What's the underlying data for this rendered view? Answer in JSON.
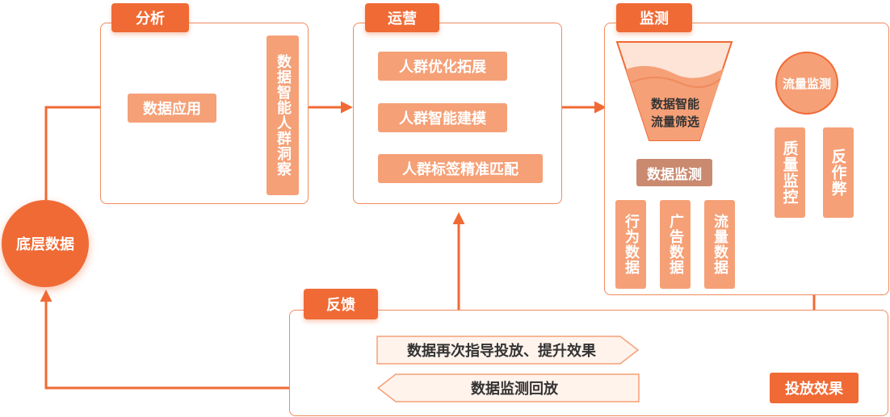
{
  "sections": {
    "analysis": "分析",
    "operation": "运营",
    "monitoring": "监测",
    "feedback": "反馈"
  },
  "base_data": "底层数据",
  "analysis": {
    "data_application": "数据应用",
    "insight": "数据智能人群洞察"
  },
  "operation": {
    "items": [
      "人群优化拓展",
      "人群智能建模",
      "人群标签精准匹配"
    ]
  },
  "monitoring": {
    "funnel_label_line1": "数据智能",
    "funnel_label_line2": "流量筛选",
    "data_monitoring": "数据监测",
    "data_types": [
      "行为数据",
      "广告数据",
      "流量数据"
    ],
    "traffic_monitoring": "流量监测",
    "traffic_types": [
      "质量监控",
      "反作弊"
    ]
  },
  "feedback": {
    "guide_text": "数据再次指导投放、提升效果",
    "return_text": "数据监测回放",
    "result": "投放效果"
  },
  "colors": {
    "primary": "#f06a35",
    "light": "#f5a077",
    "border": "#f08a5d",
    "brown": "#c98a70"
  }
}
